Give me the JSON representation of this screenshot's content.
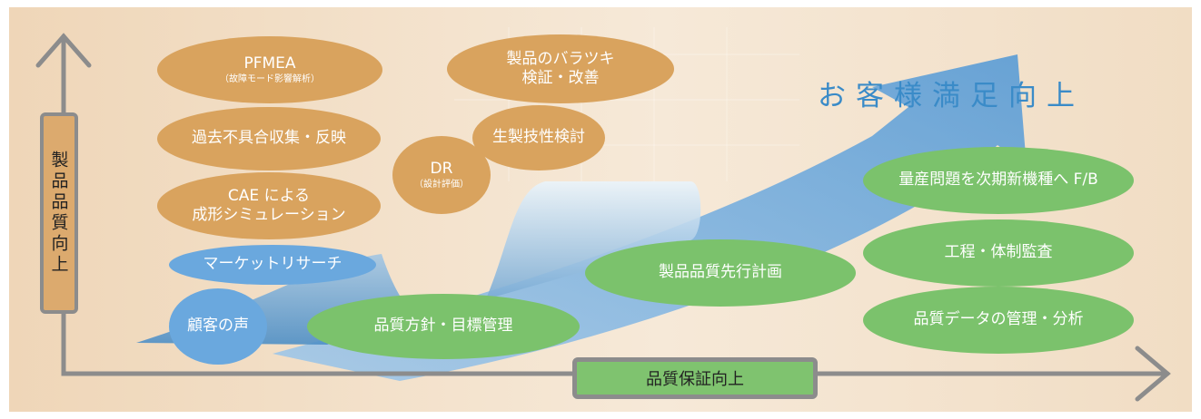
{
  "title": "お客様満足向上",
  "axes": {
    "y_label": "製品品質向上",
    "x_label": "品質保証向上"
  },
  "design_items": [
    {
      "main": "PFMEA",
      "sub": "（故障モード影響解析）"
    },
    {
      "main": "製品のバラツキ",
      "main2": "検証・改善"
    },
    {
      "main": "過去不具合収集・反映"
    },
    {
      "main": "生製技性検討"
    },
    {
      "main": "DR",
      "sub": "（設計評価）"
    },
    {
      "main": "CAE による",
      "main2": "成形シミュレーション"
    }
  ],
  "customer_items": [
    {
      "main": "マーケットリサーチ"
    },
    {
      "main": "顧客の声"
    }
  ],
  "quality_items": [
    {
      "main": "品質方針・目標管理"
    },
    {
      "main": "製品品質先行計画"
    },
    {
      "main": "量産問題を次期新機種へ F/B"
    },
    {
      "main": "工程・体制監査"
    },
    {
      "main": "品質データの管理・分析"
    }
  ],
  "colors": {
    "orange": "#d9a35e",
    "blue": "#6aa8de",
    "green": "#7bc26c",
    "axis": "#8c8c8c",
    "background": "#f3e0c8"
  }
}
